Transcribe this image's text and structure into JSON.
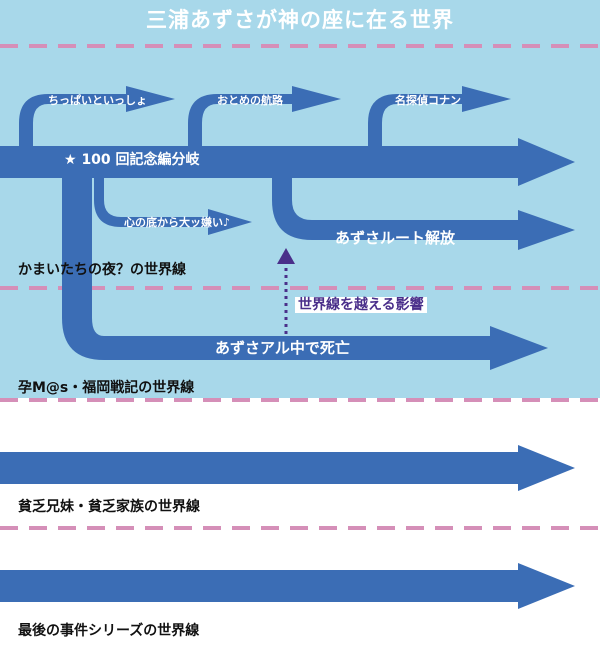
{
  "title": "三浦あずさが神の座に在る世界",
  "colors": {
    "sky": "#a8d8ea",
    "arrow": "#3b6db5",
    "divider": "#d58fb8",
    "influence": "#4a2f8a",
    "text_dark": "#111111",
    "text_light": "#ffffff"
  },
  "branch_point": {
    "icon": "star-icon",
    "label": "100 回記念編分岐"
  },
  "arrows": {
    "chippai": "ちっぱいといっしょ",
    "otome": "おとめの航路",
    "conan": "名探偵コナン",
    "kokoro": "心の底から大ッ嫌い♪",
    "azusa_route": "あずさルート解放",
    "azusa_death": "あずさアル中で死亡"
  },
  "influence": "世界線を越える影響",
  "world_lines": [
    "かまいたちの夜？の世界線",
    "孕M@s・福岡戦記の世界線",
    "貧乏兄妹・貧乏家族の世界線",
    "最後の事件シリーズの世界線"
  ]
}
